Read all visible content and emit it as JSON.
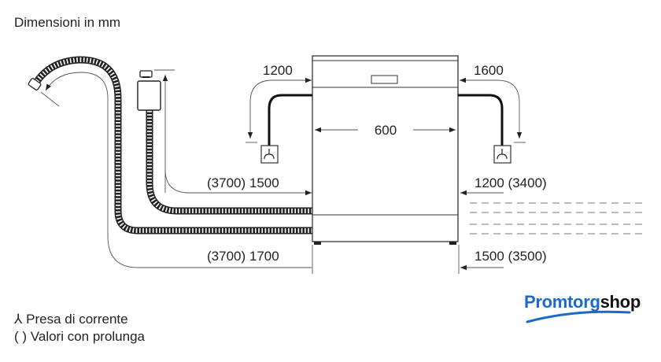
{
  "title": "Dimensioni in mm",
  "dimensions": {
    "left_power_cord": "1200",
    "right_power_cord": "1600",
    "width": "600",
    "inlet_hose_left": "(3700) 1500",
    "drain_hose_left": "(3700) 1700",
    "inlet_hose_right": "1200 (3400)",
    "drain_hose_right": "1500 (3500)"
  },
  "legend": {
    "socket_symbol": "⅄",
    "socket_label": "Presa di corrente",
    "extension_symbol": "( )",
    "extension_label": "Valori con prolunga"
  },
  "logo": {
    "part1": "Promtorg",
    "part2": "shop",
    "color1": "#1a6bc9",
    "color2": "#111111"
  }
}
